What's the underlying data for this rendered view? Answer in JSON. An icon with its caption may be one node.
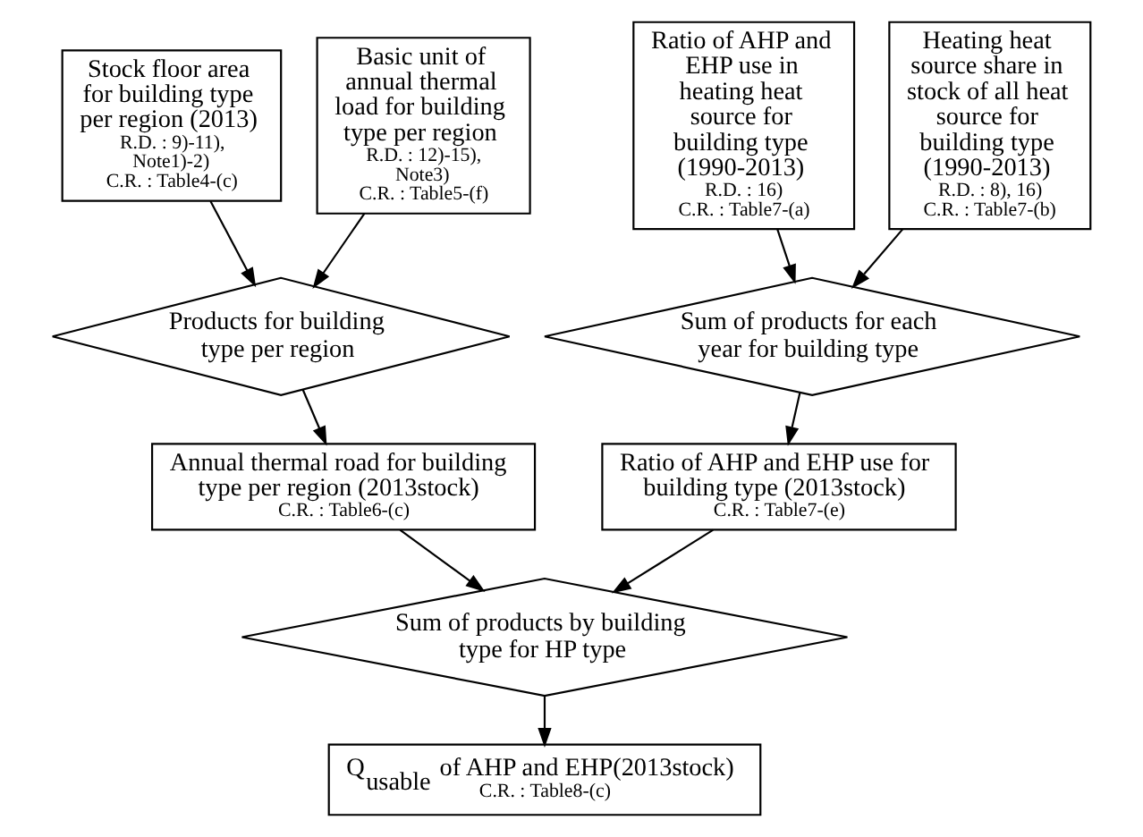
{
  "diagram": {
    "nodes": [
      {
        "text": [
          "Stock floor area for building type per region (2013)",
          "R.D. : 9)-11), Note1)-2)",
          "C.R. : Table4-(c)"
        ]
      },
      {
        "text": [
          "Basic unit of annual thermal load for building type per region",
          "R.D. : 12)-15), Note3)",
          "C.R. : Table5-(f)"
        ]
      },
      {
        "text": [
          "Ratio of AHP and EHP use in heating heat source for building type (1990-2013)",
          "R.D. : 16)",
          "C.R. : Table7-(a)"
        ]
      },
      {
        "text": [
          "Heating heat source share in stock of all heat source for building type (1990-2013)",
          "R.D. : 8), 16)",
          "C.R. : Table7-(b)"
        ]
      },
      {
        "text": [
          "Products for building type per region"
        ]
      },
      {
        "text": [
          "Sum of products for each year for building type"
        ]
      },
      {
        "text": [
          "Annual thermal road for building type per region (2013stock)",
          "C.R. : Table6-(c)"
        ]
      },
      {
        "text": [
          "Ratio of AHP and EHP use for building type (2013stock)",
          "C.R. : Table7-(e)"
        ]
      },
      {
        "text": [
          "Sum of products by building type for HP type"
        ]
      },
      {
        "text": [
          "Q$_{usable}$ of AHP and EHP(2013stock)",
          "C.R. : Table8-(c)"
        ]
      }
    ],
    "edges": [
      {
        "from": 0,
        "to": 4,
        "arrow": "to"
      },
      {
        "from": 1,
        "to": 4,
        "arrow": "to"
      },
      {
        "from": 2,
        "to": 5,
        "arrow": "to"
      },
      {
        "from": 3,
        "to": 5,
        "arrow": "to"
      },
      {
        "from": 4,
        "to": 6,
        "arrow": "to"
      },
      {
        "from": 5,
        "to": 7,
        "arrow": "to"
      },
      {
        "from": 6,
        "to": 8,
        "arrow": "to"
      },
      {
        "from": 7,
        "to": 8,
        "arrow": "to"
      },
      {
        "from": 8,
        "to": 9,
        "arrow": "to"
      }
    ]
  }
}
